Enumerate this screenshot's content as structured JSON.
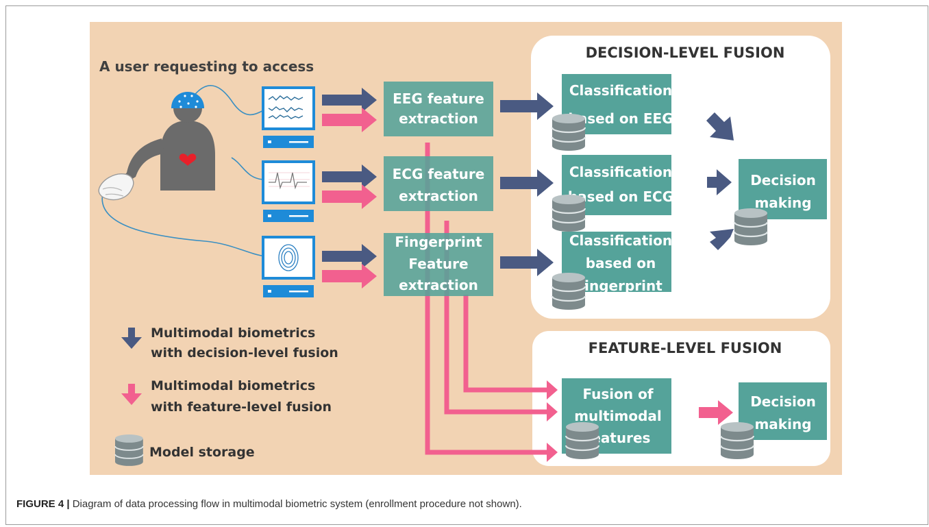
{
  "figure": {
    "user_label": "A user requesting to access",
    "decision_fusion_title": "DECISION-LEVEL FUSION",
    "feature_fusion_title": "FEATURE-LEVEL FUSION",
    "extraction": {
      "eeg": [
        "EEG feature",
        "extraction"
      ],
      "ecg": [
        "ECG feature",
        "extraction"
      ],
      "fingerprint": [
        "Fingerprint",
        "Feature",
        "extraction"
      ]
    },
    "classification": {
      "eeg": [
        "Classification",
        "based on EEG"
      ],
      "ecg": [
        "Classification",
        "based on ECG"
      ],
      "fingerprint": [
        "Classification",
        "based on",
        "fingerprint"
      ]
    },
    "decision_making": [
      "Decision",
      "making"
    ],
    "fusion_box": [
      "Fusion of",
      "multimodal",
      "features"
    ],
    "feature_decision_making": [
      "Decision",
      "making"
    ],
    "legend": {
      "decision": [
        "Multimodal biometrics",
        "with decision-level fusion"
      ],
      "feature": [
        "Multimodal biometrics",
        "with feature-level fusion"
      ],
      "storage": "Model storage"
    },
    "colors": {
      "background": "#f2d3b3",
      "box": "#55a39a",
      "panel": "#ffffff",
      "decision_arrow": "#4a5a82",
      "feature_arrow": "#f2608f",
      "database": "#7d8a8c",
      "wire": "#3a8fc2"
    }
  },
  "caption": {
    "label": "FIGURE 4 |",
    "text": " Diagram of data processing flow in multimodal biometric system (enrollment procedure not shown)."
  }
}
